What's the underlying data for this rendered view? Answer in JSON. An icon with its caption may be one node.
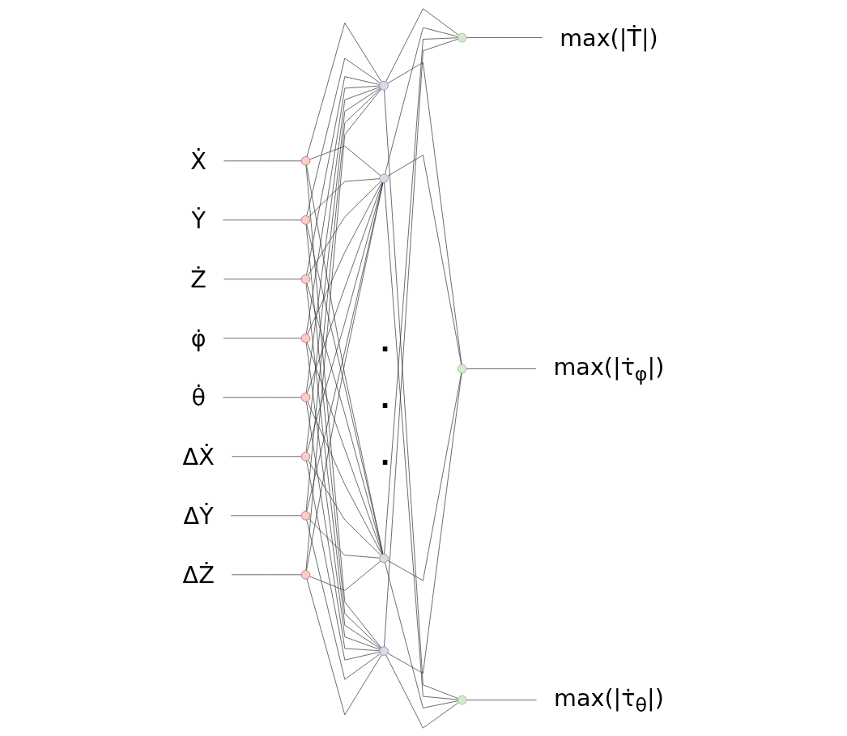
{
  "diagram": {
    "nodes": [
      {
        "text": [
          "Ẋ"
        ]
      },
      {
        "text": [
          "Ẏ"
        ]
      },
      {
        "text": [
          "Ż"
        ]
      },
      {
        "text": [
          "φ̇"
        ]
      },
      {
        "text": [
          "θ̇"
        ]
      },
      {
        "text": [
          "ΔẊ"
        ]
      },
      {
        "text": [
          "ΔẎ"
        ]
      },
      {
        "text": [
          "ΔŻ"
        ]
      },
      {
        "text": [],
        "shape": "circle"
      },
      {
        "text": [],
        "shape": "circle"
      },
      {
        "text": [],
        "shape": "circle"
      },
      {
        "text": [],
        "shape": "circle"
      },
      {
        "text": [],
        "shape": "circle"
      },
      {
        "text": [],
        "shape": "circle"
      },
      {
        "text": [],
        "shape": "circle"
      },
      {
        "text": [],
        "shape": "circle"
      },
      {
        "text": [],
        "shape": "circle"
      },
      {
        "text": [],
        "shape": "circle"
      },
      {
        "text": [],
        "shape": "circle"
      },
      {
        "text": [],
        "shape": "circle"
      },
      {
        "text": [],
        "shape": "circle"
      },
      {
        "text": [],
        "shape": "circle"
      },
      {
        "text": [],
        "shape": "circle"
      },
      {
        "text": [
          "max(|Ṫ|)"
        ]
      },
      {
        "text": [
          "max(|τ̇$_{φ}$|)"
        ]
      },
      {
        "text": [
          "max(|τ̇$_{θ}$|)"
        ]
      }
    ],
    "edges": [
      {
        "from": 0,
        "to": 8,
        "arrow": "none"
      },
      {
        "from": 1,
        "to": 9,
        "arrow": "none"
      },
      {
        "from": 2,
        "to": 10,
        "arrow": "none"
      },
      {
        "from": 3,
        "to": 11,
        "arrow": "none"
      },
      {
        "from": 4,
        "to": 12,
        "arrow": "none"
      },
      {
        "from": 5,
        "to": 13,
        "arrow": "none"
      },
      {
        "from": 6,
        "to": 14,
        "arrow": "none"
      },
      {
        "from": 7,
        "to": 15,
        "arrow": "none"
      },
      {
        "from": 8,
        "to": 16,
        "arrow": "none"
      },
      {
        "from": 8,
        "to": 17,
        "arrow": "none"
      },
      {
        "from": 8,
        "to": 18,
        "arrow": "none"
      },
      {
        "from": 8,
        "to": 19,
        "arrow": "none"
      },
      {
        "from": 9,
        "to": 16,
        "arrow": "none"
      },
      {
        "from": 9,
        "to": 17,
        "arrow": "none"
      },
      {
        "from": 9,
        "to": 18,
        "arrow": "none"
      },
      {
        "from": 9,
        "to": 19,
        "arrow": "none"
      },
      {
        "from": 10,
        "to": 16,
        "arrow": "none"
      },
      {
        "from": 10,
        "to": 17,
        "arrow": "none"
      },
      {
        "from": 10,
        "to": 18,
        "arrow": "none"
      },
      {
        "from": 10,
        "to": 19,
        "arrow": "none"
      },
      {
        "from": 11,
        "to": 16,
        "arrow": "none"
      },
      {
        "from": 11,
        "to": 17,
        "arrow": "none"
      },
      {
        "from": 11,
        "to": 18,
        "arrow": "none"
      },
      {
        "from": 11,
        "to": 19,
        "arrow": "none"
      },
      {
        "from": 12,
        "to": 16,
        "arrow": "none"
      },
      {
        "from": 12,
        "to": 17,
        "arrow": "none"
      },
      {
        "from": 12,
        "to": 18,
        "arrow": "none"
      },
      {
        "from": 12,
        "to": 19,
        "arrow": "none"
      },
      {
        "from": 13,
        "to": 16,
        "arrow": "none"
      },
      {
        "from": 13,
        "to": 17,
        "arrow": "none"
      },
      {
        "from": 13,
        "to": 18,
        "arrow": "none"
      },
      {
        "from": 13,
        "to": 19,
        "arrow": "none"
      },
      {
        "from": 14,
        "to": 16,
        "arrow": "none"
      },
      {
        "from": 14,
        "to": 17,
        "arrow": "none"
      },
      {
        "from": 14,
        "to": 18,
        "arrow": "none"
      },
      {
        "from": 14,
        "to": 19,
        "arrow": "none"
      },
      {
        "from": 15,
        "to": 16,
        "arrow": "none"
      },
      {
        "from": 15,
        "to": 17,
        "arrow": "none"
      },
      {
        "from": 15,
        "to": 18,
        "arrow": "none"
      },
      {
        "from": 15,
        "to": 19,
        "arrow": "none"
      },
      {
        "from": 16,
        "to": 20,
        "arrow": "none"
      },
      {
        "from": 16,
        "to": 21,
        "arrow": "none"
      },
      {
        "from": 16,
        "to": 22,
        "arrow": "none"
      },
      {
        "from": 17,
        "to": 20,
        "arrow": "none"
      },
      {
        "from": 17,
        "to": 21,
        "arrow": "none"
      },
      {
        "from": 17,
        "to": 22,
        "arrow": "none"
      },
      {
        "from": 18,
        "to": 20,
        "arrow": "none"
      },
      {
        "from": 18,
        "to": 21,
        "arrow": "none"
      },
      {
        "from": 18,
        "to": 22,
        "arrow": "none"
      },
      {
        "from": 19,
        "to": 20,
        "arrow": "none"
      },
      {
        "from": 19,
        "to": 21,
        "arrow": "none"
      },
      {
        "from": 19,
        "to": 22,
        "arrow": "none"
      },
      {
        "from": 20,
        "to": 23,
        "arrow": "none"
      },
      {
        "from": 21,
        "to": 24,
        "arrow": "none"
      },
      {
        "from": 22,
        "to": 25,
        "arrow": "none"
      }
    ],
    "labels": [
      ".",
      ".",
      "."
    ]
  }
}
